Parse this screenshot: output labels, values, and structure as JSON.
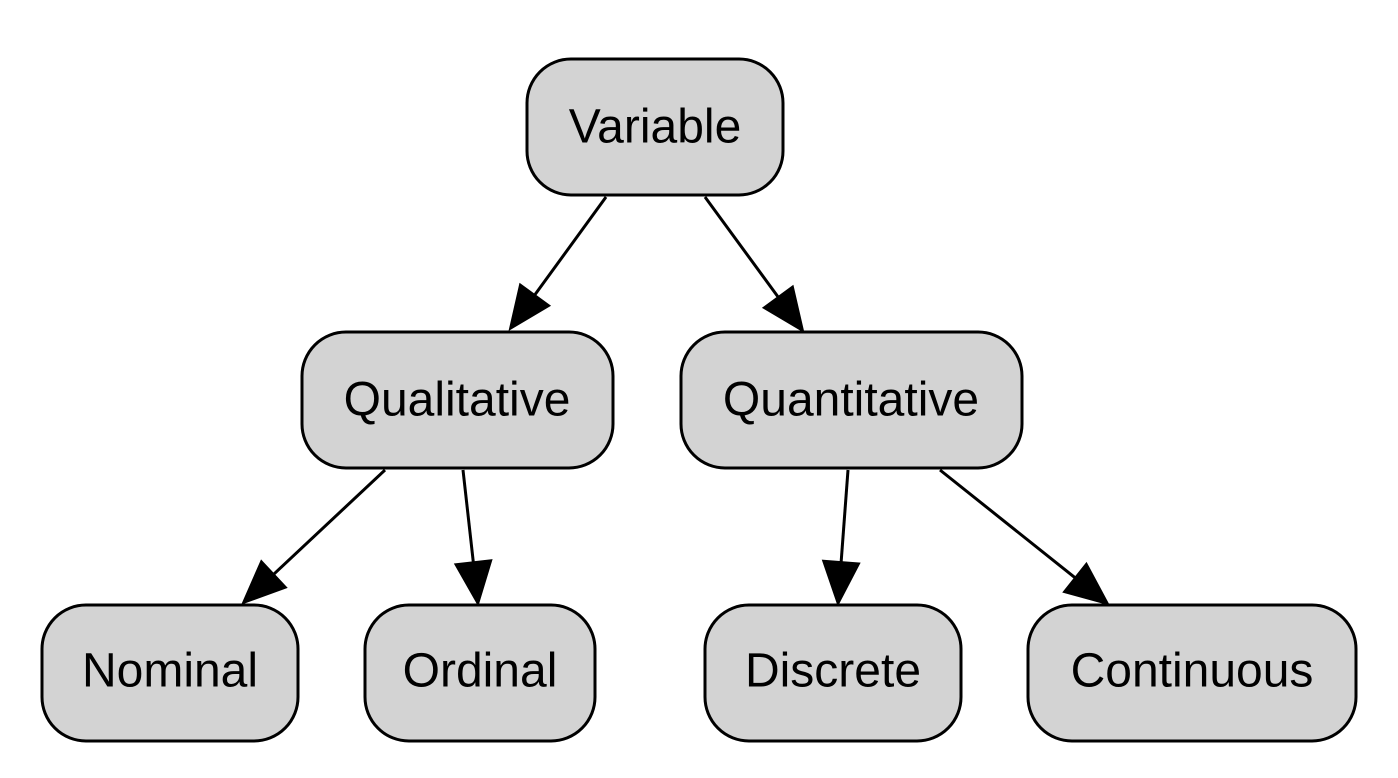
{
  "colors": {
    "node_fill": "#d3d3d3",
    "node_stroke": "#000000",
    "edge": "#000000",
    "background": "#ffffff"
  },
  "nodes": [
    {
      "id": "variable",
      "label": "Variable"
    },
    {
      "id": "qualitative",
      "label": "Qualitative"
    },
    {
      "id": "quantitative",
      "label": "Quantitative"
    },
    {
      "id": "nominal",
      "label": "Nominal"
    },
    {
      "id": "ordinal",
      "label": "Ordinal"
    },
    {
      "id": "discrete",
      "label": "Discrete"
    },
    {
      "id": "continuous",
      "label": "Continuous"
    }
  ],
  "edges": [
    {
      "from": "variable",
      "to": "qualitative"
    },
    {
      "from": "variable",
      "to": "quantitative"
    },
    {
      "from": "qualitative",
      "to": "nominal"
    },
    {
      "from": "qualitative",
      "to": "ordinal"
    },
    {
      "from": "quantitative",
      "to": "discrete"
    },
    {
      "from": "quantitative",
      "to": "continuous"
    }
  ]
}
